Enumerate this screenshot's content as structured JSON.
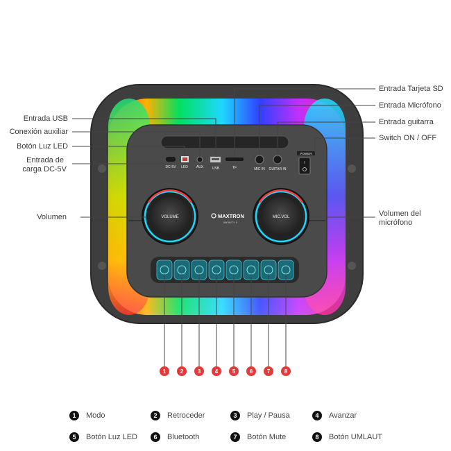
{
  "brand": {
    "name": "MAXTRON",
    "model": "INFINITY II"
  },
  "panel_labels": {
    "dc": "DC-5V",
    "led": "LED",
    "aux": "AUX",
    "usb": "USB",
    "tf": "TF",
    "mic_in": "MIC IN",
    "guitar_in": "GUITAR IN",
    "power": "POWER",
    "volume_knob": "VOLUME",
    "mic_vol_knob": "MIC.VOL"
  },
  "callouts_left": [
    "Entrada USB",
    "Conexión auxiliar",
    "Botón Luz LED",
    "Entrada  de",
    "carga DC-5V",
    "Volumen"
  ],
  "callouts_right": [
    "Entrada Tarjeta SD",
    "Entrada Micrófono",
    "Entrada guitarra",
    "Switch ON / OFF",
    "Volumen del",
    "micrófono"
  ],
  "numbers": [
    "1",
    "2",
    "3",
    "4",
    "5",
    "6",
    "7",
    "8"
  ],
  "legend": [
    {
      "num": "1",
      "label": "Modo"
    },
    {
      "num": "2",
      "label": "Retroceder"
    },
    {
      "num": "3",
      "label": "Play / Pausa"
    },
    {
      "num": "4",
      "label": "Avanzar"
    },
    {
      "num": "5",
      "label": "Botón Luz LED"
    },
    {
      "num": "6",
      "label": "Bluetooth"
    },
    {
      "num": "7",
      "label": "Botón Mute"
    },
    {
      "num": "8",
      "label": "Botón UMLAUT"
    }
  ],
  "colors": {
    "number_badge": "#e53a3a",
    "legend_badge": "#111111",
    "body": "#3d3d3d",
    "button": "#1f6f7a"
  }
}
